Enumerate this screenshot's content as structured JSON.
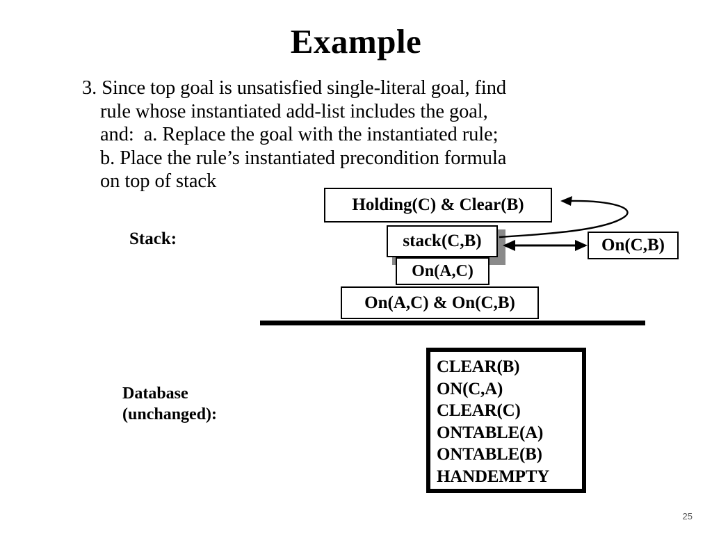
{
  "slide": {
    "title": "Example",
    "page_number": "25",
    "body_text": "3. Since top goal is unsatisfied single-literal goal, find\nrule whose instantiated add-list includes the goal,\nand:  a. Replace the goal with the instantiated rule;\nb. Place the rule’s instantiated precondition formula\non top of stack"
  },
  "labels": {
    "stack": "Stack:",
    "database": "Database\n(unchanged):"
  },
  "stack": {
    "boxes": [
      {
        "id": "holding",
        "text": "Holding(C) & Clear(B)"
      },
      {
        "id": "stack-op",
        "text": "stack(C,B)"
      },
      {
        "id": "on-ac",
        "text": "On(A,C)"
      },
      {
        "id": "on-ac-on-cb",
        "text": "On(A,C) & On(C,B)"
      }
    ]
  },
  "side": {
    "on_cb": "On(C,B)"
  },
  "database": {
    "items": [
      "CLEAR(B)",
      "ON(C,A)",
      "CLEAR(C)",
      "ONTABLE(A)",
      "ONTABLE(B)",
      "HANDEMPTY"
    ]
  },
  "colors": {
    "ink": "#000000",
    "paper": "#ffffff",
    "shadow": "#8a8a8a",
    "page_number": "#5a5a5a"
  }
}
